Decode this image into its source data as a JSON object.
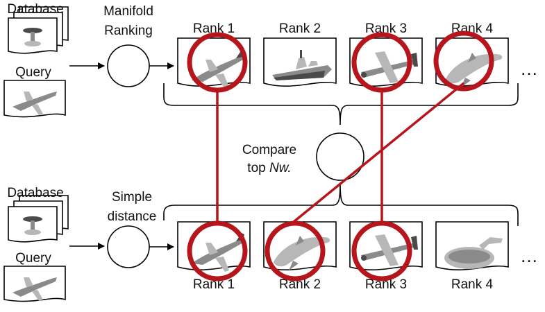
{
  "top": {
    "database_label": "Database",
    "query_label": "Query",
    "method_label_line1": "Manifold",
    "method_label_line2": "Ranking",
    "ranks": [
      "Rank 1",
      "Rank 2",
      "Rank 3",
      "Rank 4"
    ],
    "ellipsis": "…",
    "results": [
      "airplane-icon",
      "ship-icon",
      "propeller-plane-icon",
      "dolphin-icon"
    ],
    "highlighted": [
      true,
      false,
      true,
      true
    ]
  },
  "bottom": {
    "database_label": "Database",
    "query_label": "Query",
    "method_label_line1": "Simple",
    "method_label_line2": "distance",
    "ranks": [
      "Rank 1",
      "Rank 2",
      "Rank 3",
      "Rank 4"
    ],
    "ellipsis": "…",
    "results": [
      "airplane-icon",
      "dolphin-icon",
      "propeller-plane-icon",
      "disc-icon"
    ],
    "highlighted": [
      true,
      true,
      true,
      false
    ]
  },
  "compare": {
    "line1": "Compare",
    "line2_prefix": "top ",
    "line2_italic": "Nw."
  },
  "colors": {
    "highlight": "#b5151b"
  }
}
